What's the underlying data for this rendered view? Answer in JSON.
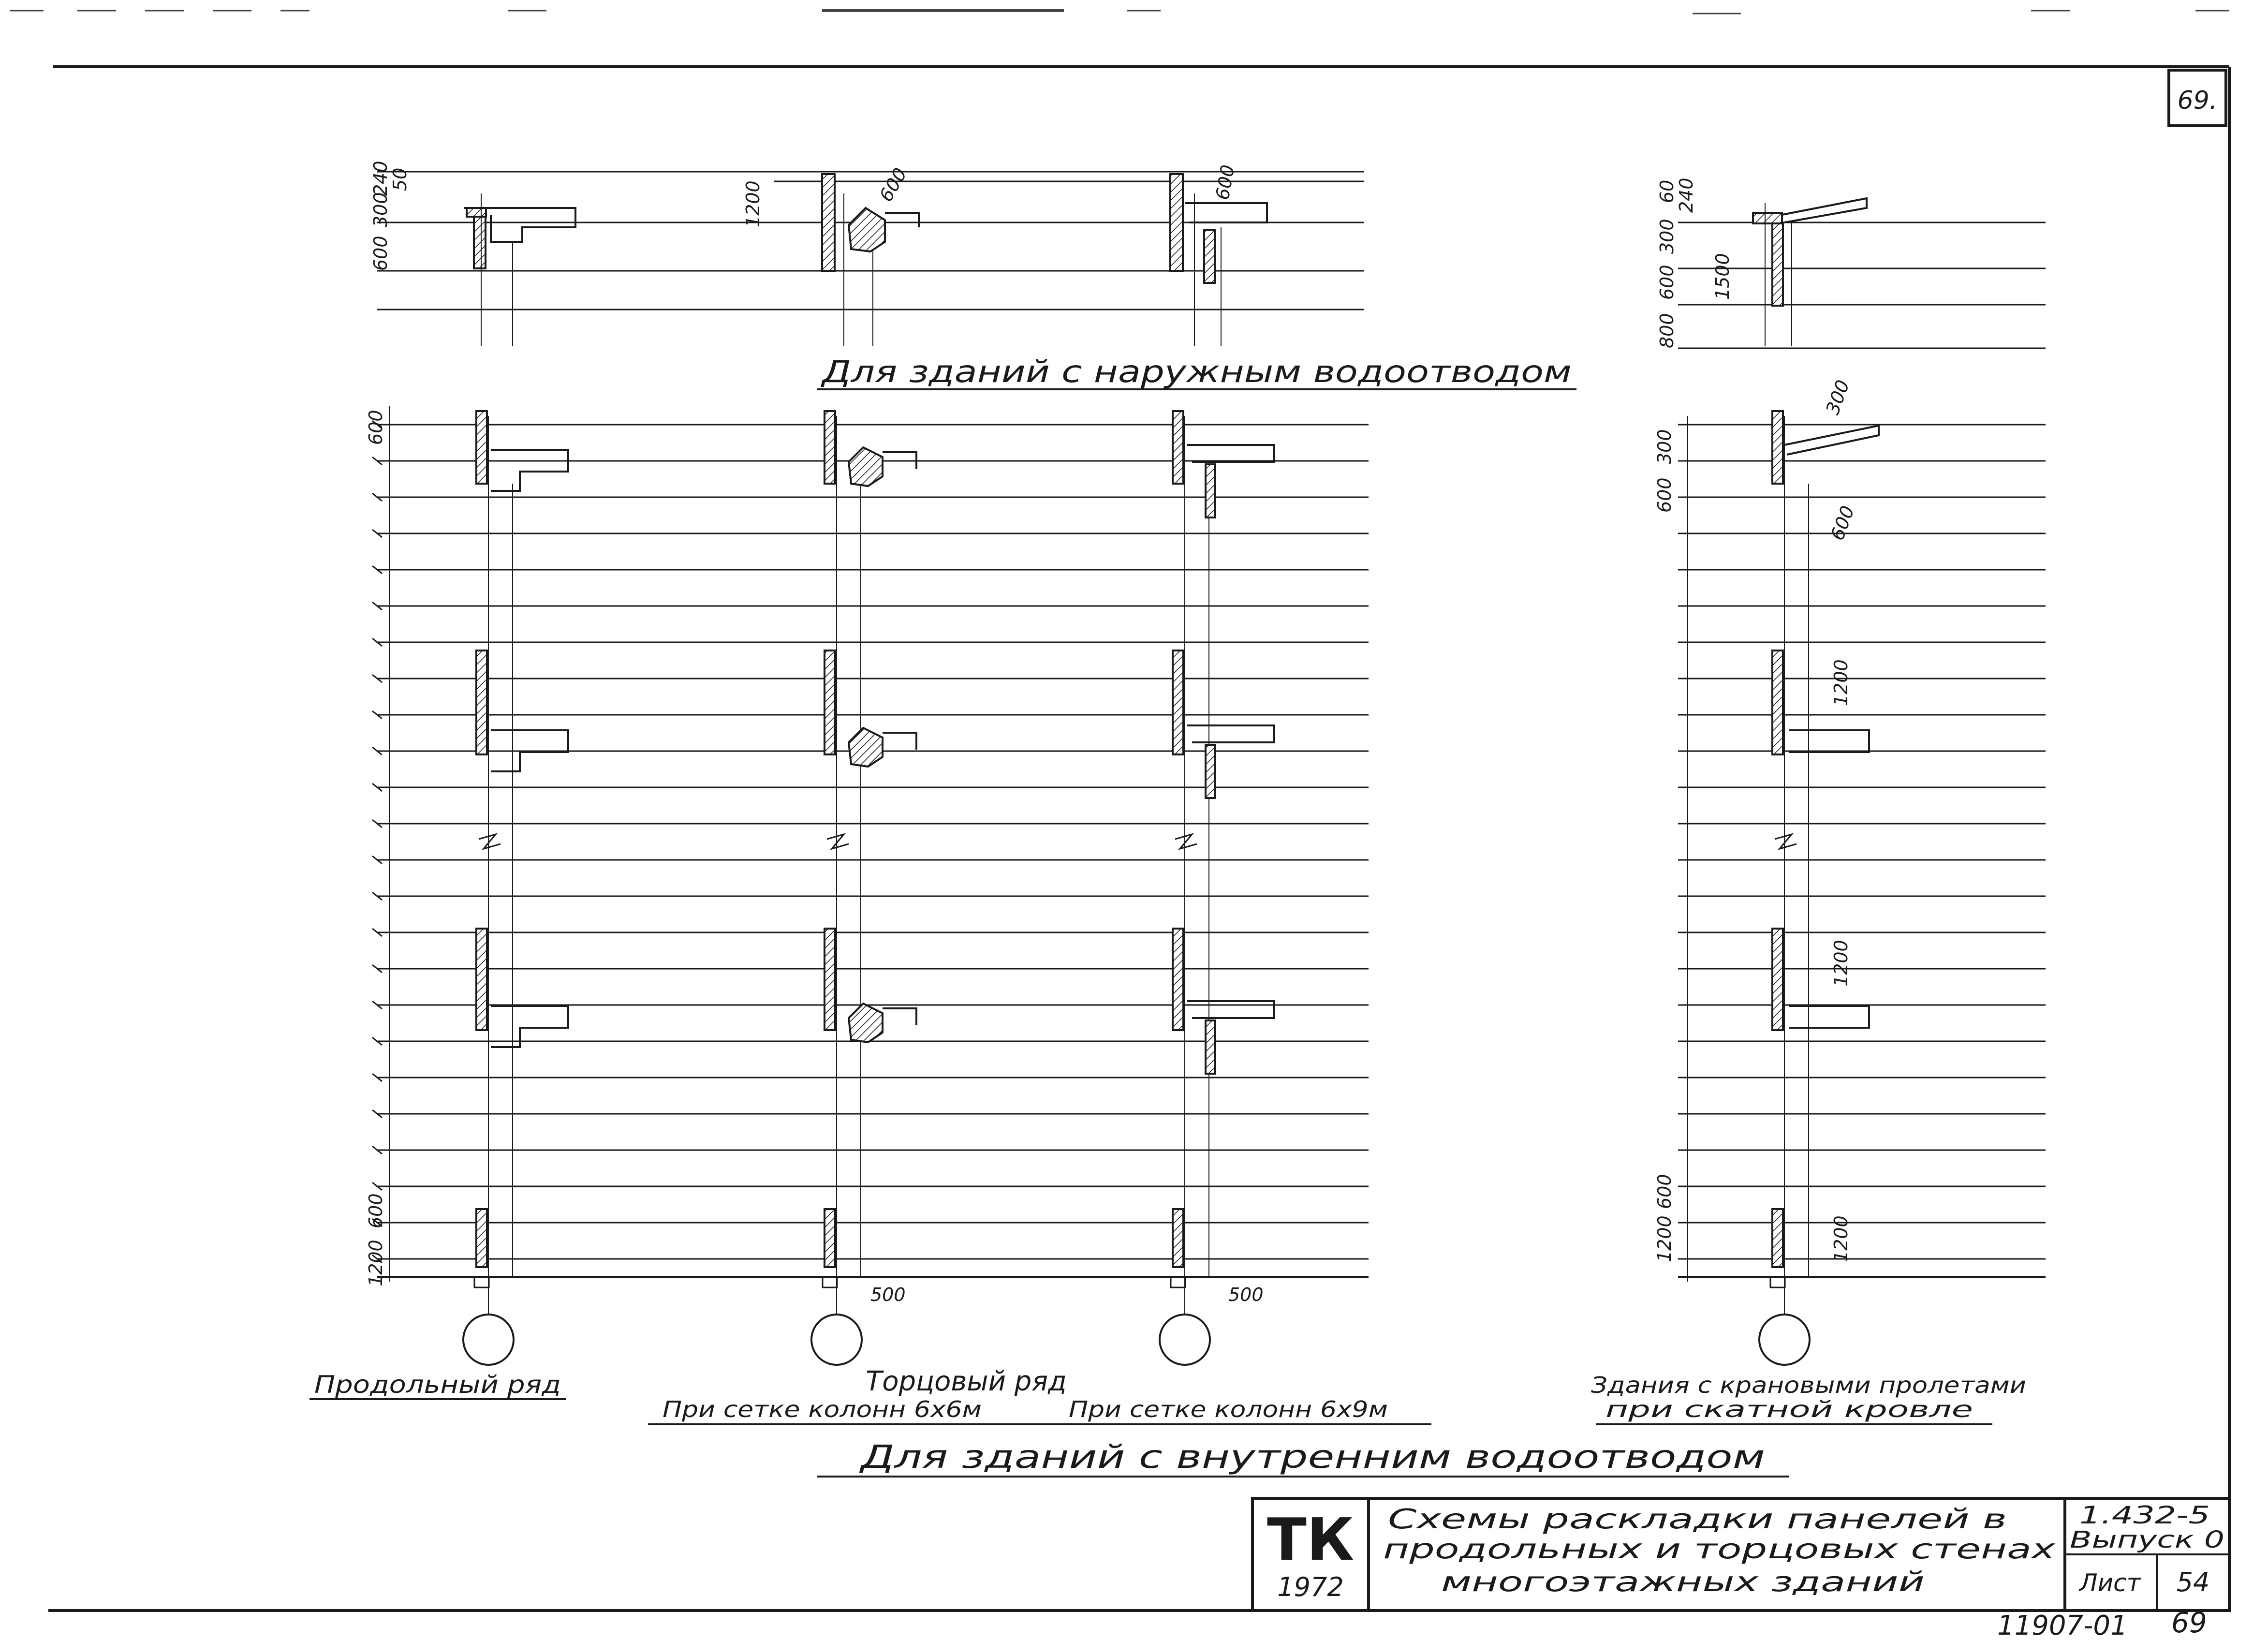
{
  "sheet": {
    "page_number": "69.",
    "bottom_number": "69",
    "archive_number": "11907-01"
  },
  "captions": {
    "external_drainage": "Для зданий с наружным водоотводом",
    "internal_drainage": "Для зданий с внутренним водоотводом",
    "longitudinal_row": "Продольный ряд",
    "end_row": "Торцовый ряд",
    "grid_6x6": "При сетке колонн 6х6м",
    "grid_6x9": "При сетке колонн 6х9м",
    "crane_bay_line1": "Здания с крановыми пролетами",
    "crane_bay_line2": "при скатной кровле"
  },
  "dimensions": {
    "top_left": [
      "50",
      "240",
      "300",
      "600"
    ],
    "top_mid1": "1200",
    "top_mid1_small": "600",
    "top_mid2_small": "600",
    "top_right": [
      "60",
      "240",
      "300",
      "600",
      "800"
    ],
    "top_right_big": "1500",
    "main_left_top": "600",
    "main_left_bottom": [
      "1200",
      "600"
    ],
    "offset_500": "500",
    "right_top": [
      "300",
      "600",
      "300"
    ],
    "right_small": "600",
    "right_mid": [
      "1200",
      "1200"
    ],
    "right_bottom": [
      "1200",
      "600",
      "1200"
    ]
  },
  "title_block": {
    "logo": "ТК",
    "year": "1972",
    "title_line1": "Схемы раскладки панелей в",
    "title_line2": "продольных и торцовых стенах",
    "title_line3": "многоэтажных зданий",
    "series": "1.432-5",
    "issue": "Выпуск 0",
    "sheet_label": "Лист",
    "sheet_number": "54"
  }
}
